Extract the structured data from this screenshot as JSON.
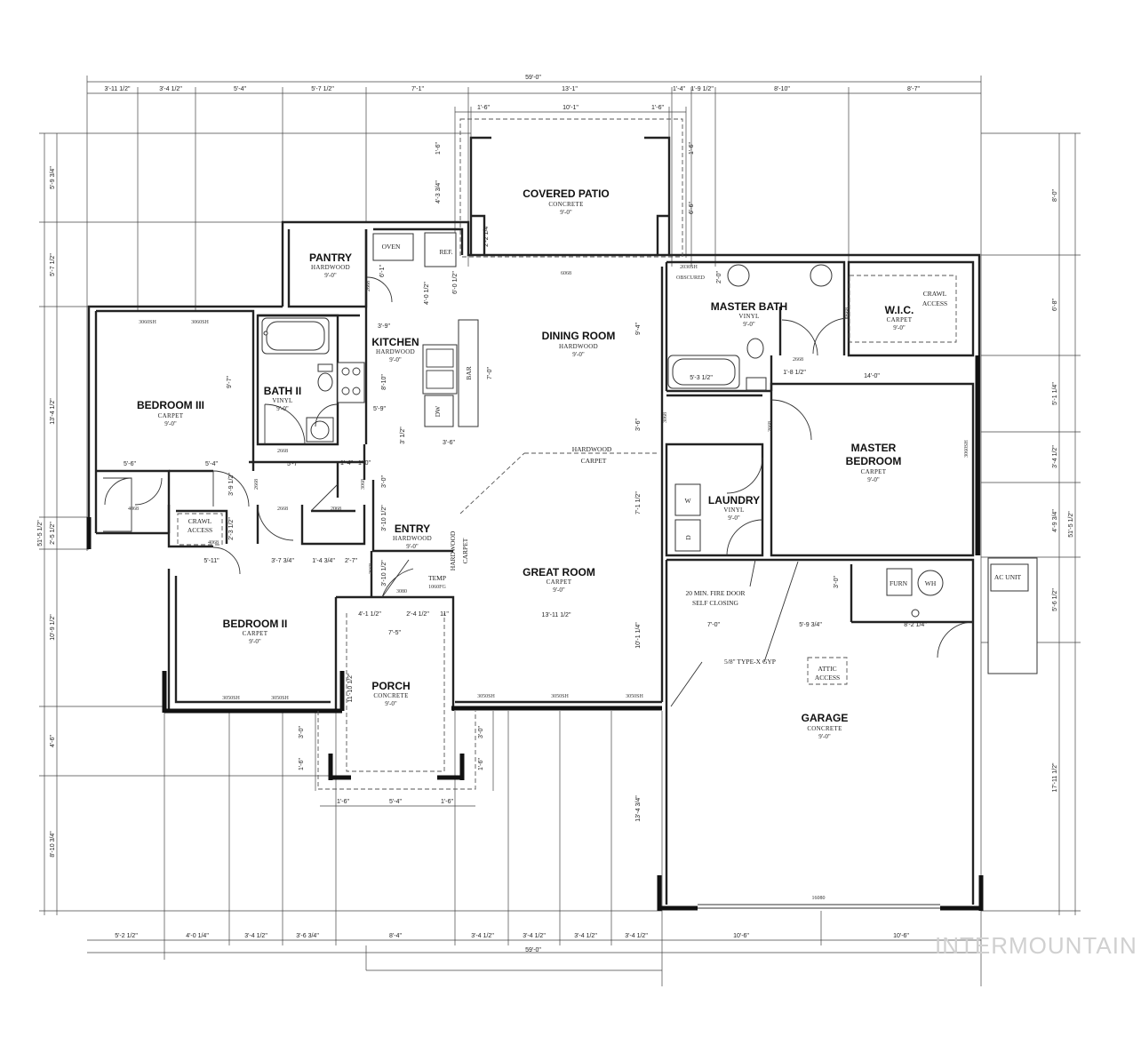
{
  "rooms": {
    "covered_patio": {
      "name": "COVERED PATIO",
      "floor": "CONCRETE",
      "height": "9'-0\""
    },
    "pantry": {
      "name": "PANTRY",
      "floor": "HARDWOOD",
      "height": "9'-0\""
    },
    "kitchen": {
      "name": "KITCHEN",
      "floor": "HARDWOOD",
      "height": "9'-0\""
    },
    "dining_room": {
      "name": "DINING ROOM",
      "floor": "HARDWOOD",
      "height": "9'-0\""
    },
    "master_bath": {
      "name": "MASTER BATH",
      "floor": "VINYL",
      "height": "9'-0\""
    },
    "wic": {
      "name": "W.I.C.",
      "floor": "CARPET",
      "height": "9'-0\""
    },
    "bedroom_iii": {
      "name": "BEDROOM III",
      "floor": "CARPET",
      "height": "9'-0\""
    },
    "bath_ii": {
      "name": "BATH II",
      "floor": "VINYL",
      "height": "9'-0\""
    },
    "master_bedroom": {
      "name_line1": "MASTER",
      "name_line2": "BEDROOM",
      "floor": "CARPET",
      "height": "9'-0\""
    },
    "laundry": {
      "name": "LAUNDRY",
      "floor": "VINYL",
      "height": "9'-0\""
    },
    "entry": {
      "name": "ENTRY",
      "floor": "HARDWOOD",
      "height": "9'-0\""
    },
    "great_room": {
      "name": "GREAT ROOM",
      "floor": "CARPET",
      "height": "9'-0\""
    },
    "bedroom_ii": {
      "name": "BEDROOM II",
      "floor": "CARPET",
      "height": "9'-0\""
    },
    "porch": {
      "name": "PORCH",
      "floor": "CONCRETE",
      "height": "9'-0\""
    },
    "garage": {
      "name": "GARAGE",
      "floor": "CONCRETE",
      "height": "9'-0\""
    }
  },
  "labels": {
    "oven": "OVEN",
    "ref": "REF.",
    "bar": "BAR",
    "dw": "DW",
    "hardwood": "HARDWOOD",
    "carpet": "CARPET",
    "crawl": "CRAWL",
    "access": "ACCESS",
    "attic": "ATTIC",
    "obscured": "OBSCURED",
    "temp": "TEMP",
    "furn": "FURN",
    "wh": "WH",
    "ac_unit": "AC UNIT",
    "w": "W",
    "d": "D",
    "fire_door_1": "20 MIN. FIRE DOOR",
    "fire_door_2": "SELF CLOSING",
    "gyp": "5/8\" TYPE-X GYP"
  },
  "schedule": {
    "s3060sh": "3060SH",
    "s3050sh": "3050SH",
    "s2030sh": "2030SH",
    "s1060fg": "1060FG",
    "s6068": "6068",
    "s2668": "2668",
    "s2068": "2068",
    "s4068": "4068",
    "s3080": "3080",
    "s16080": "16080",
    "s3068": "3068"
  },
  "dimensions": {
    "overall_width": "59'-0\"",
    "top_chain": [
      "3'-11 1/2\"",
      "3'-4 1/2\"",
      "5'-4\"",
      "5'-7 1/2\"",
      "7'-1\"",
      "13'-1\"",
      "1'-4\"",
      "1'-9 1/2\"",
      "8'-10\"",
      "8'-7\""
    ],
    "patio_chain": [
      "1'-6\"",
      "10'-1\"",
      "1'-6\""
    ],
    "bottom_chain": [
      "5'-2 1/2\"",
      "4'-0 1/4\"",
      "3'-4 1/2\"",
      "3'-6 3/4\"",
      "8'-4\"",
      "3'-4 1/2\"",
      "3'-4 1/2\"",
      "3'-4 1/2\"",
      "3'-4 1/2\"",
      "10'-6\"",
      "10'-6\""
    ],
    "left_chain": [
      "5'-9 3/4\"",
      "5'-7 1/2\"",
      "13'-4 1/2\"",
      "2'-5 1/2\"",
      "10'-9 1/2\"",
      "4'-6\"",
      "8'-10 3/4\""
    ],
    "left_overall": "51'-5 1/2\"",
    "right_chain": [
      "8'-0\"",
      "6'-8\"",
      "5'-1 1/4\"",
      "3'-4 1/2\"",
      "4'-9 3/4\"",
      "5'-6 1/2\"",
      "17'-11 1/2\""
    ],
    "right_overall": "51'-5 1/2\"",
    "interior": {
      "d_1_6_a": "1'-6\"",
      "d_4_3_34": "4'-3 3/4\"",
      "d_2_2_14": "2'-2 1/4\"",
      "d_1_6_b": "1'-6\"",
      "d_6_6": "6'-6\"",
      "d_6_1": "6'-1\"",
      "d_6_0_12": "6'-0 1/2\"",
      "d_4_0_12": "4'-0 1/2\"",
      "d_3_9": "3'-9\"",
      "d_8_10": "8'-10\"",
      "d_5_9": "5'-9\"",
      "d_3_6": "3'-6\"",
      "d_7_0": "7'-0\"",
      "d_9_4": "9'-4\"",
      "d_9_7": "9'-7\"",
      "d_5_6": "5'-6\"",
      "d_5_4": "5'-4\"",
      "d_5_7": "5'-7\"",
      "d_1_4": "1'-4\"",
      "d_1_0": "1'-0\"",
      "d_3_0": "3'-0\"",
      "d_3_12": "3' 1/2\"",
      "d_3_9_12": "3'-9 1/2\"",
      "d_3_10_12": "3'-10 1/2\"",
      "d_2_3_12": "2'-3 1/2\"",
      "d_5_11": "5'-11\"",
      "d_3_7_34": "3'-7 3/4\"",
      "d_1_4_34": "1'-4 3/4\"",
      "d_2_7": "2'-7\"",
      "d_4_1_12": "4'-1 1/2\"",
      "d_2_4_12": "2'-4 1/2\"",
      "d_11": "11\"",
      "d_7_5": "7'-5\"",
      "d_13_11_12": "13'-11 1/2\"",
      "d_11_10_12": "11'-10 1/2\"",
      "d_10_1_14": "10'-1 1/4\"",
      "d_7_1_12": "7'-1 1/2\"",
      "d_3_0_b": "3'-0\"",
      "d_1_6_c": "1'-6\"",
      "d_5_4_b": "5'-4\"",
      "d_1_6_d": "1'-6\"",
      "d_13_4_34": "13'-4 3/4\"",
      "d_2_0": "2'-0\"",
      "d_5_3_12": "5'-3 1/2\"",
      "d_1_8_12": "1'-8 1/2\"",
      "d_14_0": "14'-0\"",
      "d_3_6_b": "3'-6\"",
      "d_7_0_b": "7'-0\"",
      "d_5_9_34": "5'-9 3/4\"",
      "d_8_2_14": "8'-2 1/4\"",
      "d_3_0_c": "3'-0\""
    }
  },
  "watermark": "INTERMOUNTAIN"
}
